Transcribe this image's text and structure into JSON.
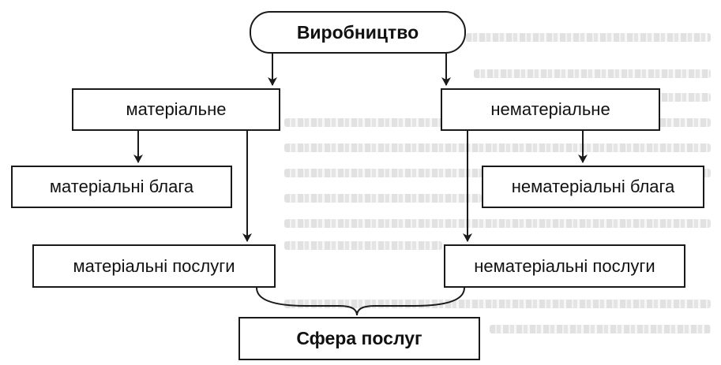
{
  "diagram": {
    "root": "Виробництво",
    "left_branch": "матеріальне",
    "right_branch": "нематеріальне",
    "left_goods": "матеріальні блага",
    "right_goods": "нематеріальні блага",
    "left_services": "матеріальні послуги",
    "right_services": "нематеріальні послуги",
    "result": "Сфера послуг"
  },
  "colors": {
    "line": "#1a1a1a",
    "box_fill": "#ffffff"
  }
}
